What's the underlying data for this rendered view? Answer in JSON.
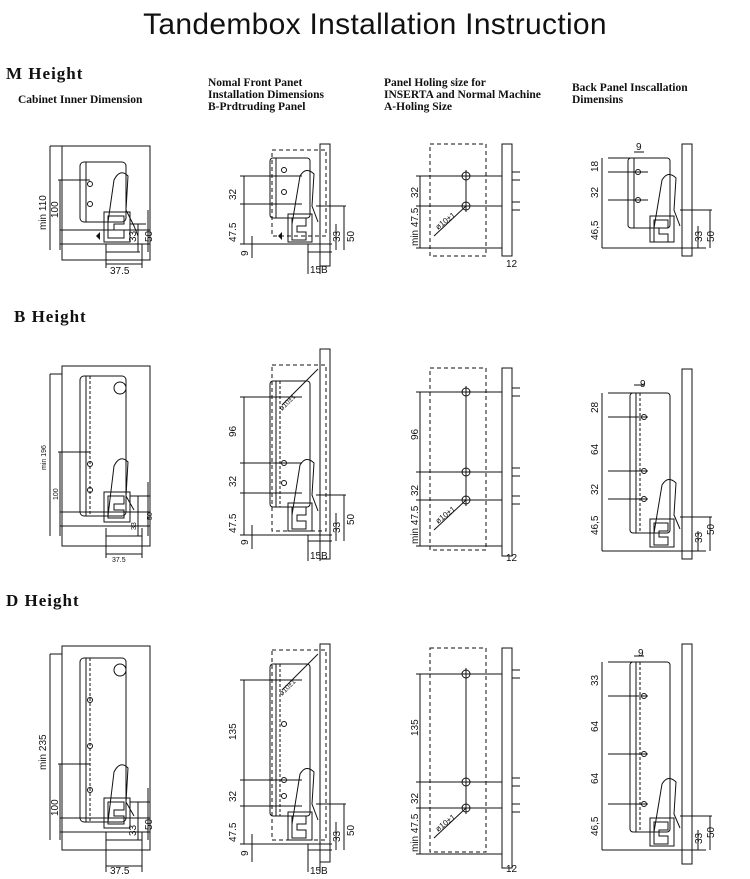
{
  "title": "Tandembox Installation Instruction",
  "sections": [
    {
      "label": "M  Height"
    },
    {
      "label": "B  Height"
    },
    {
      "label": "D  Height"
    }
  ],
  "column_headers": [
    "Cabinet Inner Dimension",
    "Nomal Front Panet\nInstallation Dimensions\nB-Prdtruding Panel",
    "Panel Holing size for\nINSERTA and Normal Machine\nA-Holing Size",
    "Back Panel Inscallation\nDimensins"
  ],
  "labels": {
    "m_min": "min 110",
    "m_100": "100",
    "m_33": "33",
    "m_50": "50",
    "m_375": "37.5",
    "m_f32": "32",
    "m_f475": "47.5",
    "m_f9": "9",
    "m_f33": "33",
    "m_f50": "50",
    "m_f15": "15",
    "m_fB": "B",
    "m_h32": "32",
    "m_h475": "min 47.5",
    "m_hd": "ø10±1",
    "m_h12": "12",
    "m_b9": "9",
    "m_b18": "18",
    "m_b32": "32",
    "m_b465": "46,5",
    "m_b33": "33",
    "m_b50": "50",
    "b_min": "min 196",
    "b_100": "100",
    "b_33": "33",
    "b_50": "50",
    "b_375": "37.5",
    "b_f96": "96",
    "b_f32": "32",
    "b_f475": "47.5",
    "b_f9": "9",
    "b_f33": "33",
    "b_f50": "50",
    "b_f15": "15",
    "b_fB": "B",
    "b_h96": "96",
    "b_h32": "32",
    "b_h475": "min 47.5",
    "b_hd": "ø10±1",
    "b_h12": "12",
    "b_b9": "9",
    "b_b28": "28",
    "b_b64": "64",
    "b_b32": "32",
    "b_b465": "46,5",
    "b_b33": "33",
    "b_b50": "50",
    "d_min": "min 235",
    "d_100": "100",
    "d_33": "33",
    "d_50": "50",
    "d_375": "37.5",
    "d_f135": "135",
    "d_f32": "32",
    "d_f475": "47.5",
    "d_f9": "9",
    "d_f33": "33",
    "d_f50": "50",
    "d_f15": "15",
    "d_fB": "B",
    "d_h135": "135",
    "d_h32": "32",
    "d_h475": "min 47.5",
    "d_hd": "ø10±1",
    "d_h12": "12",
    "d_b9": "9",
    "d_b33a": "33",
    "d_b64a": "64",
    "d_b64b": "64",
    "d_b465": "46,5",
    "d_b33": "33",
    "d_b50": "50"
  }
}
